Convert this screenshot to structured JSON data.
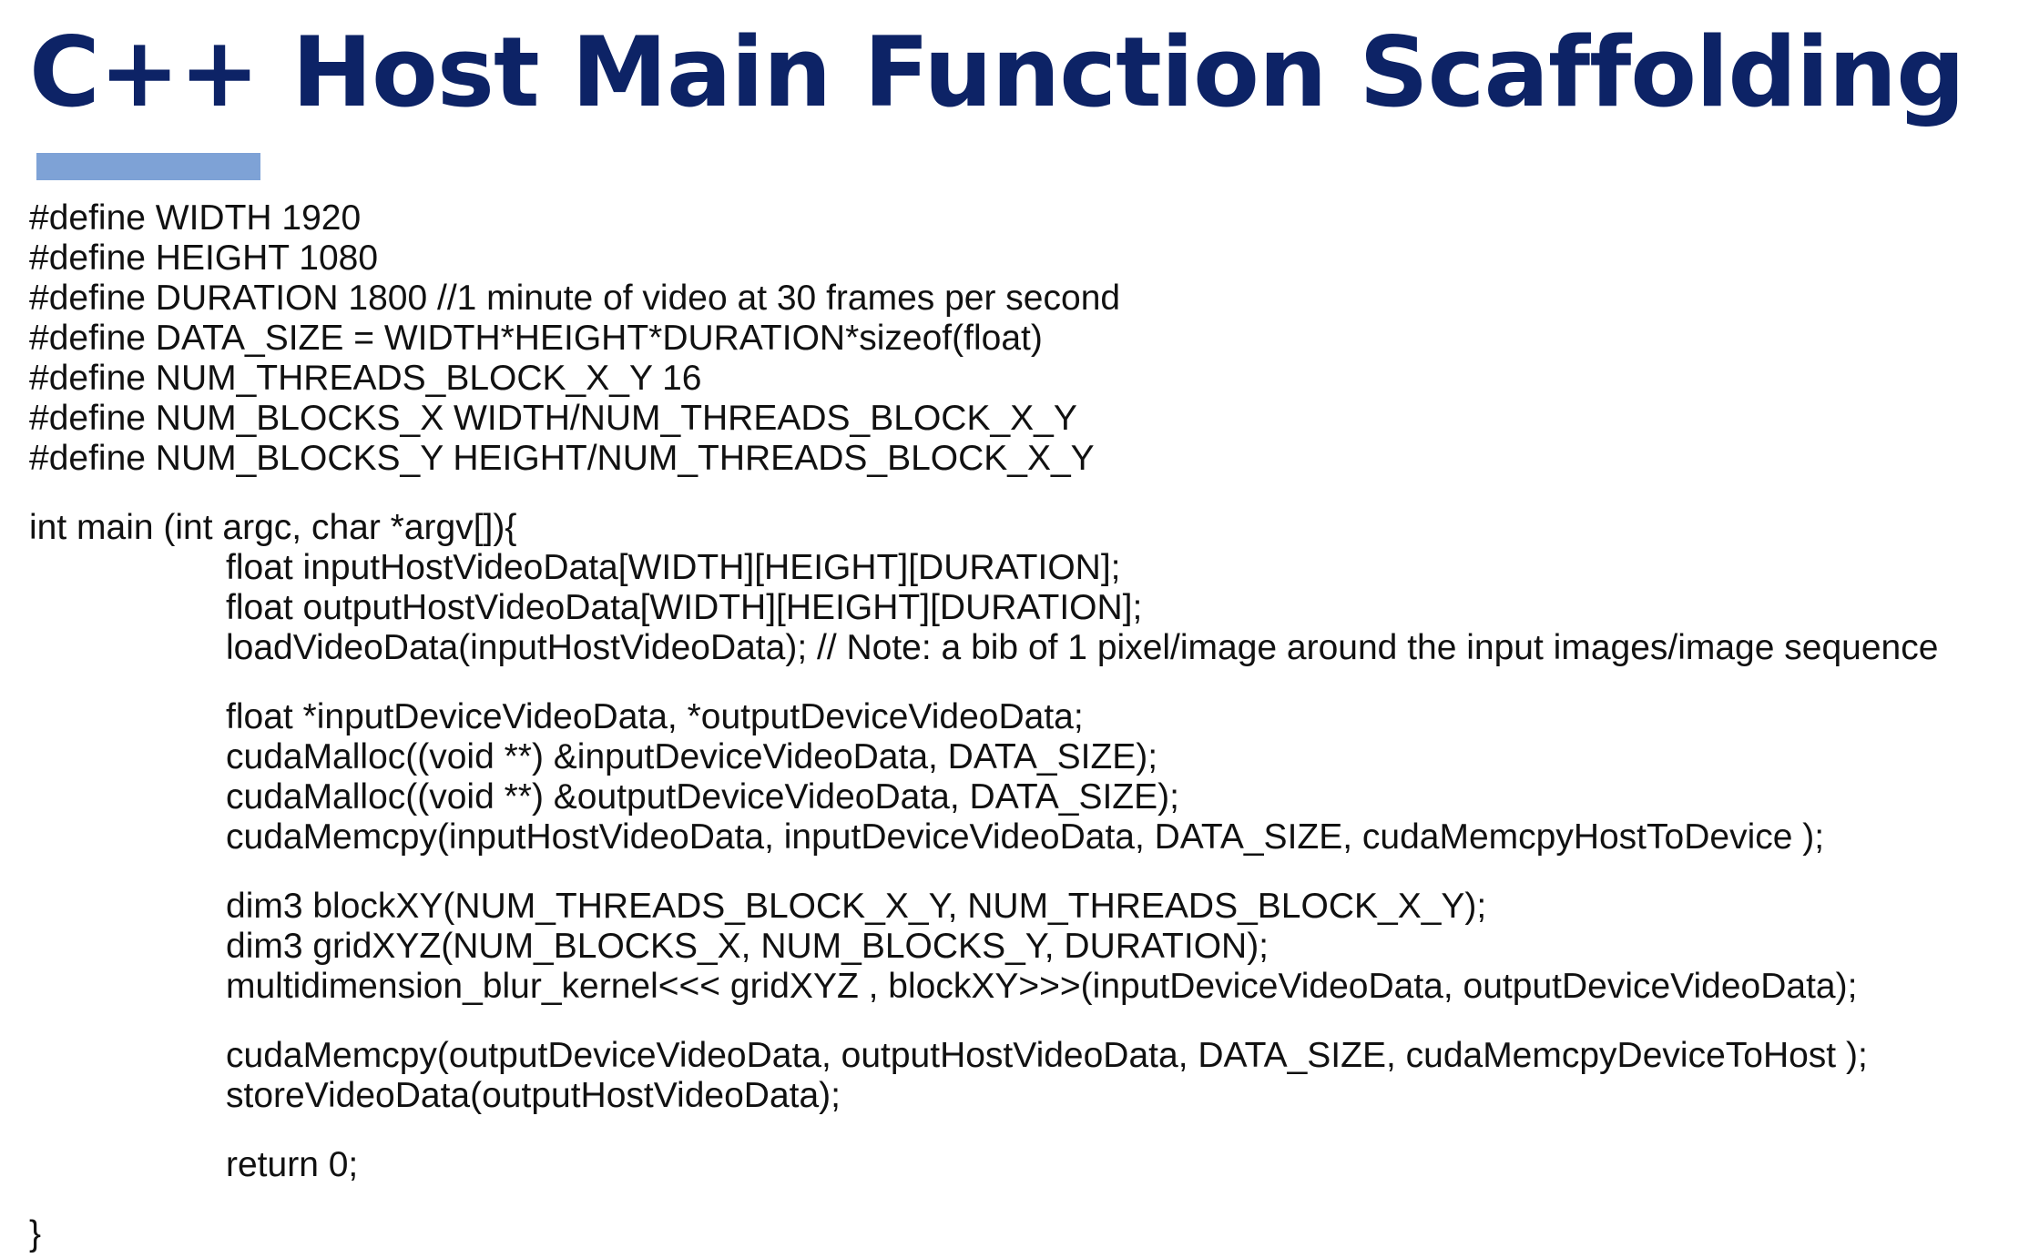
{
  "slide": {
    "title": "C++ Host Main Function Scaffolding",
    "accent_color": "#7ea2d6",
    "title_color": "#0d2366"
  },
  "code": {
    "defines": [
      "#define WIDTH 1920",
      "#define HEIGHT 1080",
      "#define DURATION 1800 //1 minute of video at 30 frames per second",
      "#define DATA_SIZE = WIDTH*HEIGHT*DURATION*sizeof(float)",
      "#define NUM_THREADS_BLOCK_X_Y 16",
      "#define NUM_BLOCKS_X WIDTH/NUM_THREADS_BLOCK_X_Y",
      "#define NUM_BLOCKS_Y HEIGHT/NUM_THREADS_BLOCK_X_Y"
    ],
    "main_signature": "int main (int argc, char *argv[]){",
    "host_data": [
      "float inputHostVideoData[WIDTH][HEIGHT][DURATION];",
      "float outputHostVideoData[WIDTH][HEIGHT][DURATION];",
      "loadVideoData(inputHostVideoData); // Note: a bib of 1 pixel/image around the input images/image sequence"
    ],
    "device_alloc": [
      "float *inputDeviceVideoData, *outputDeviceVideoData;",
      "cudaMalloc((void **) &inputDeviceVideoData, DATA_SIZE);",
      "cudaMalloc((void **) &outputDeviceVideoData, DATA_SIZE);",
      "cudaMemcpy(inputHostVideoData, inputDeviceVideoData, DATA_SIZE, cudaMemcpyHostToDevice );"
    ],
    "kernel_launch": [
      "dim3 blockXY(NUM_THREADS_BLOCK_X_Y, NUM_THREADS_BLOCK_X_Y);",
      "dim3 gridXYZ(NUM_BLOCKS_X, NUM_BLOCKS_Y, DURATION);",
      "multidimension_blur_kernel<<< gridXYZ , blockXY>>>(inputDeviceVideoData, outputDeviceVideoData);"
    ],
    "copy_back": [
      "cudaMemcpy(outputDeviceVideoData, outputHostVideoData, DATA_SIZE, cudaMemcpyDeviceToHost );",
      "storeVideoData(outputHostVideoData);"
    ],
    "return_statement": "return 0;",
    "closing_brace": "}"
  }
}
